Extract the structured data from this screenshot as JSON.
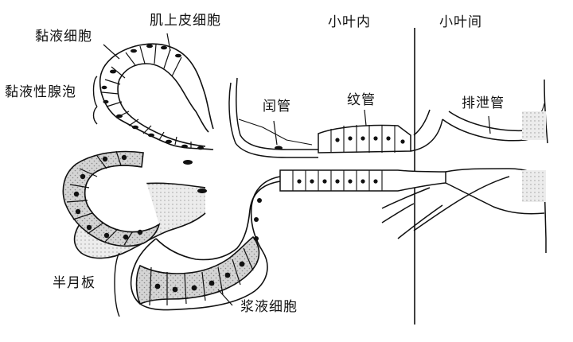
{
  "labels": {
    "myoepithelial": "肌上皮细胞",
    "mucous_cell": "黏液细胞",
    "mucous_acinus": "黏液性腺泡",
    "intercalated_duct": "闰管",
    "striated_duct": "纹管",
    "intralobular": "小叶内",
    "interlobular": "小叶间",
    "excretory_duct": "排泄管",
    "demilune": "半月板",
    "serous_cell": "浆液细胞"
  },
  "colors": {
    "ink": "#111111",
    "cytoplasm_gray": "#cfcfcf",
    "stroma_gray": "#e2e2e2"
  }
}
